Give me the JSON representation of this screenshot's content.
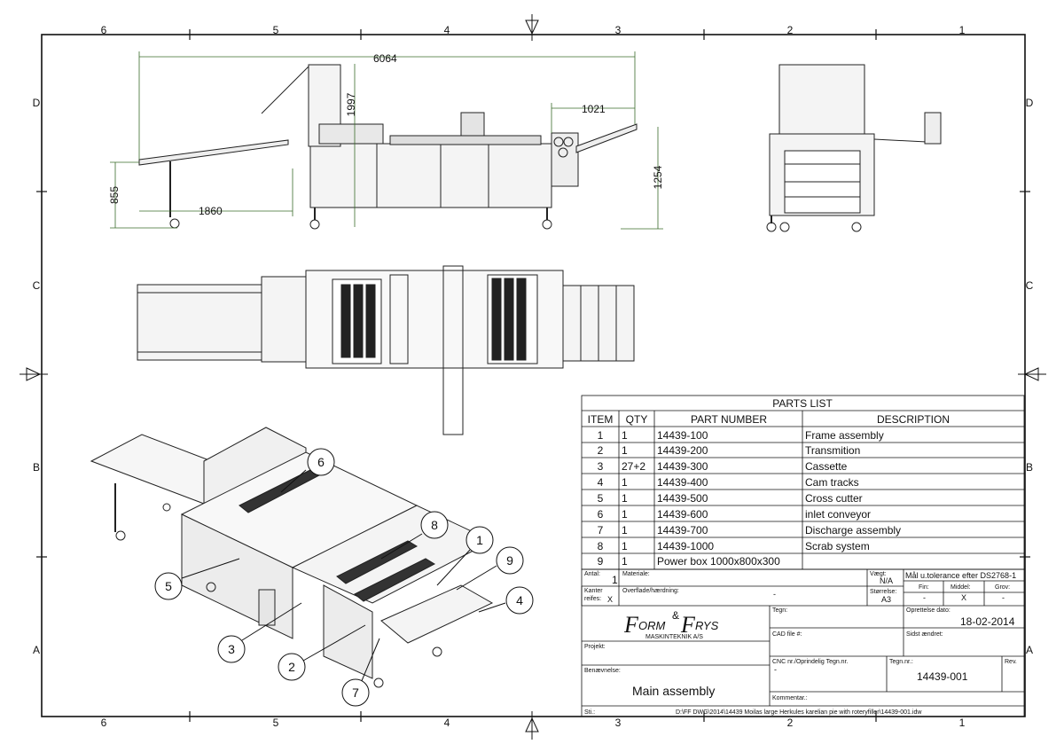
{
  "border": {
    "columns_top": [
      "6",
      "5",
      "4",
      "3",
      "2",
      "1"
    ],
    "columns_bottom": [
      "6",
      "5",
      "4",
      "3",
      "2",
      "1"
    ],
    "rows_left": [
      "D",
      "C",
      "B",
      "A"
    ],
    "rows_right": [
      "D",
      "C",
      "B",
      "A"
    ]
  },
  "dimensions": {
    "overall_length": "6064",
    "height": "1997",
    "discharge_length": "1021",
    "infeed_height": "855",
    "infeed_length": "1860",
    "total_height": "1254"
  },
  "balloons": [
    "6",
    "8",
    "1",
    "9",
    "4",
    "5",
    "3",
    "2",
    "7"
  ],
  "parts_list": {
    "title": "PARTS LIST",
    "headers": [
      "ITEM",
      "QTY",
      "PART NUMBER",
      "DESCRIPTION"
    ],
    "rows": [
      [
        "1",
        "1",
        "14439-100",
        "Frame assembly"
      ],
      [
        "2",
        "1",
        "14439-200",
        "Transmition"
      ],
      [
        "3",
        "27+2",
        "14439-300",
        "Cassette"
      ],
      [
        "4",
        "1",
        "14439-400",
        "Cam tracks"
      ],
      [
        "5",
        "1",
        "14439-500",
        "Cross cutter"
      ],
      [
        "6",
        "1",
        "14439-600",
        "inlet conveyor"
      ],
      [
        "7",
        "1",
        "14439-700",
        "Discharge assembly"
      ],
      [
        "8",
        "1",
        "14439-1000",
        "Scrab system"
      ],
      [
        "9",
        "1",
        "Power box 1000x800x300",
        ""
      ]
    ]
  },
  "title_block": {
    "antal_label": "Antal:",
    "antal_value": "1",
    "materiale_label": "Materiale:",
    "vaegt_label": "Vægt:",
    "vaegt_value": "N/A",
    "tolerance_label": "Mål u.tolerance efter DS2768-1",
    "fin_label": "Fin:",
    "middel_label": "Middel:",
    "grov_label": "Grov:",
    "fin_value": "-",
    "middel_value": "X",
    "grov_value": "-",
    "kanter_label1": "Kanter",
    "kanter_label2": "reifes:",
    "kanter_value": "X",
    "overflade_label": "Overflade/hærdning:",
    "overflade_value": "-",
    "stoerrelse_label": "Størrelse:",
    "stoerrelse_value": "A3",
    "company_line1": "ORM",
    "company_and": "&",
    "company_line2": "RYS",
    "company_letter1": "F",
    "company_letter2": "F",
    "company_sub": "MASKINTEKNIK A/S",
    "tegn_label": "Tegn:",
    "oprettelse_label": "Oprettelse dato:",
    "oprettelse_value": "18-02-2014",
    "cad_label": "CAD file #:",
    "sidst_label": "Sidst ændret:",
    "projekt_label": "Projekt:",
    "cnc_label": "CNC nr./Oprindelig Tegn.nr.",
    "cnc_value": "-",
    "tegn_nr_label": "Tegn.nr.:",
    "rev_label": "Rev.",
    "benaevnelse_label": "Benævnelse:",
    "benaevnelse_value": "Main assembly",
    "tegn_nr_value": "14439-001",
    "kommentar_label": "Kommentar.:",
    "sti_label": "Sti.:",
    "sti_value": "D:\\FF DWG\\2014\\14439 Moilas large Herkules karelian pie with roteryfiller\\14439-001.idw"
  }
}
